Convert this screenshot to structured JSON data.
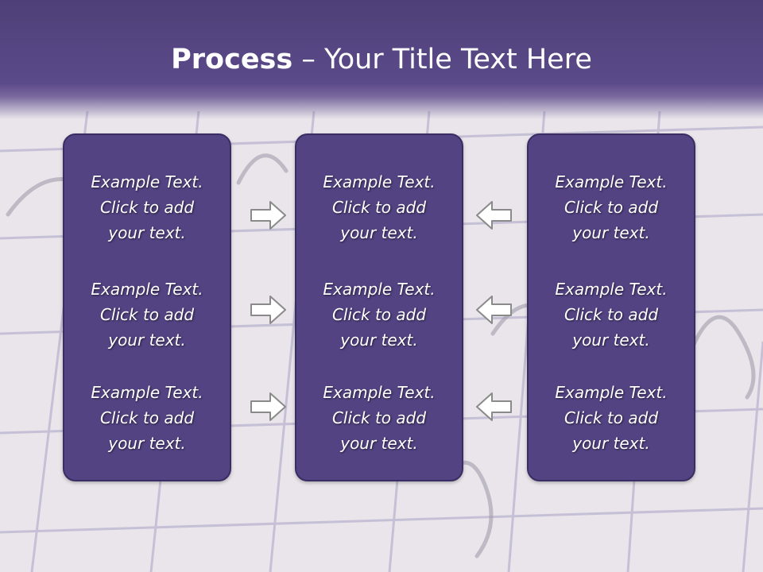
{
  "title": {
    "bold": "Process",
    "rest": " – Your Title Text Here"
  },
  "columns": [
    {
      "items": [
        [
          "Example Text.",
          "Click  to add",
          "your text."
        ],
        [
          "Example Text.",
          "Click  to add",
          "your text."
        ],
        [
          "Example Text.",
          "Click  to add",
          "your text."
        ]
      ]
    },
    {
      "items": [
        [
          "Example Text.",
          "Click  to add",
          "your text."
        ],
        [
          "Example Text.",
          "Click  to add",
          "your text."
        ],
        [
          "Example Text.",
          "Click  to add",
          "your text."
        ]
      ]
    },
    {
      "items": [
        [
          "Example Text.",
          "Click  to add",
          "your text."
        ],
        [
          "Example Text.",
          "Click  to add",
          "your text."
        ],
        [
          "Example Text.",
          "Click  to add",
          "your text."
        ]
      ]
    }
  ],
  "arrows": {
    "left": "right-arrow-icon",
    "right": "left-arrow-icon"
  },
  "colors": {
    "title_band": "#5b4a89",
    "panel": "#534383",
    "panel_border": "#3a2d63",
    "text": "#ffffff"
  }
}
